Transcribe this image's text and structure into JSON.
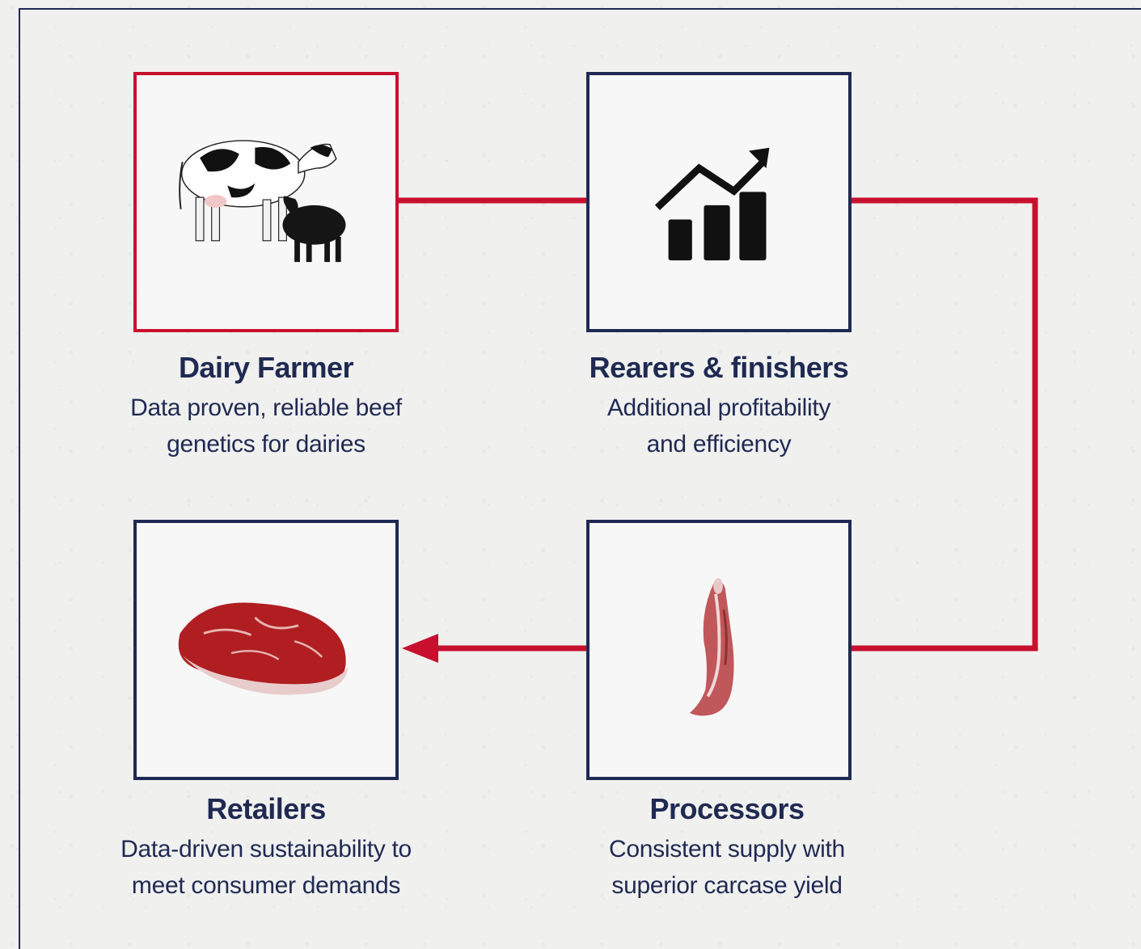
{
  "colors": {
    "navy": "#1f2a52",
    "red": "#c8102e",
    "card_bg": "#f7f7f7"
  },
  "stages": [
    {
      "title": "Dairy Farmer",
      "description_line1": "Data proven, reliable beef",
      "description_line2": "genetics for dairies",
      "icon": "cow-and-calf-icon"
    },
    {
      "title": "Rearers & finishers",
      "description_line1": "Additional profitability",
      "description_line2": "and efficiency",
      "icon": "growth-chart-icon"
    },
    {
      "title": "Processors",
      "description_line1": "Consistent supply with",
      "description_line2": "superior carcase yield",
      "icon": "carcase-icon"
    },
    {
      "title": "Retailers",
      "description_line1": "Data-driven sustainability to",
      "description_line2": "meet consumer demands",
      "icon": "steak-icon"
    }
  ]
}
